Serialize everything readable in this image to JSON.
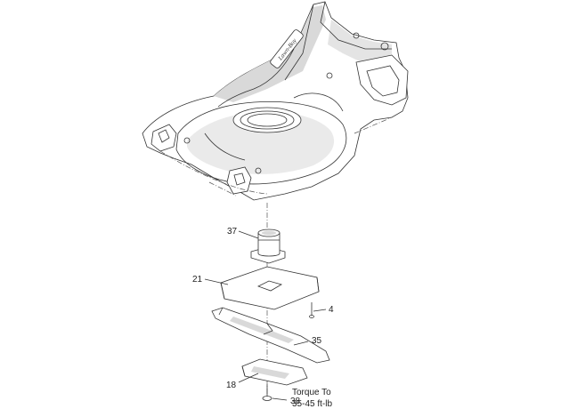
{
  "callouts": {
    "c37": "37",
    "c21": "21",
    "c4": "4",
    "c35": "35",
    "c18": "18",
    "c38": "38"
  },
  "note": {
    "line1": "Torque To",
    "line2": "35-45 ft-lb"
  },
  "deck_logo": "Lawn-Boy"
}
